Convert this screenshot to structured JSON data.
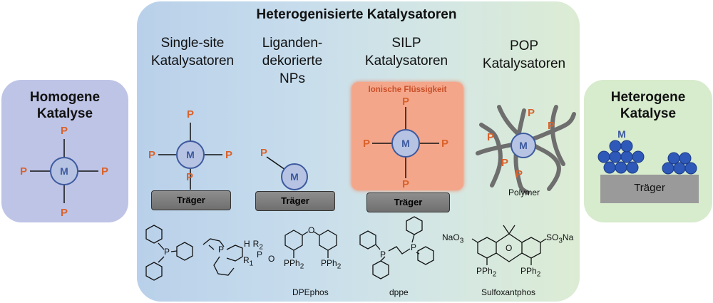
{
  "main_title": "Heterogenisierte Katalysatoren",
  "homogeneous": {
    "title_line1": "Homogene",
    "title_line2": "Katalyse"
  },
  "heterogeneous": {
    "title_line1": "Heterogene",
    "title_line2": "Katalyse",
    "support": "Träger",
    "metal": "M"
  },
  "columns": [
    {
      "title_line1": "Single-site",
      "title_line2": "Katalysatoren",
      "title_line3": ""
    },
    {
      "title_line1": "Liganden-",
      "title_line2": "dekorierte",
      "title_line3": "NPs"
    },
    {
      "title_line1": "SILP",
      "title_line2": "Katalysatoren",
      "title_line3": ""
    },
    {
      "title_line1": "POP",
      "title_line2": "Katalysatoren",
      "title_line3": ""
    }
  ],
  "ionic_liquid_label": "Ionische Flüssigkeit",
  "support_label": "Träger",
  "polymer_label": "Polymer",
  "metal_label": "M",
  "ligand_label": "P",
  "molecules": {
    "dpephos_name": "DPEphos",
    "dppe_name": "dppe",
    "sulfoxantphos_name": "Sulfoxantphos",
    "pph2": "PPh",
    "pph2_sub": "2",
    "naso3": "NaO",
    "naso3_sub": "3",
    "so3na_pre": "SO",
    "so3na_sub": "3",
    "so3na_post": "Na",
    "p": "P",
    "h": "H",
    "r1": "R",
    "r1_sub": "1",
    "r2": "R",
    "r2_sub": "2",
    "o": "O"
  },
  "colors": {
    "ligand": "#d9622b",
    "metal_fill": "#b7c3e3",
    "metal_stroke": "#3d5a9e",
    "ionic_liquid": "#f4a68a",
    "particle": "#2f59b8"
  }
}
